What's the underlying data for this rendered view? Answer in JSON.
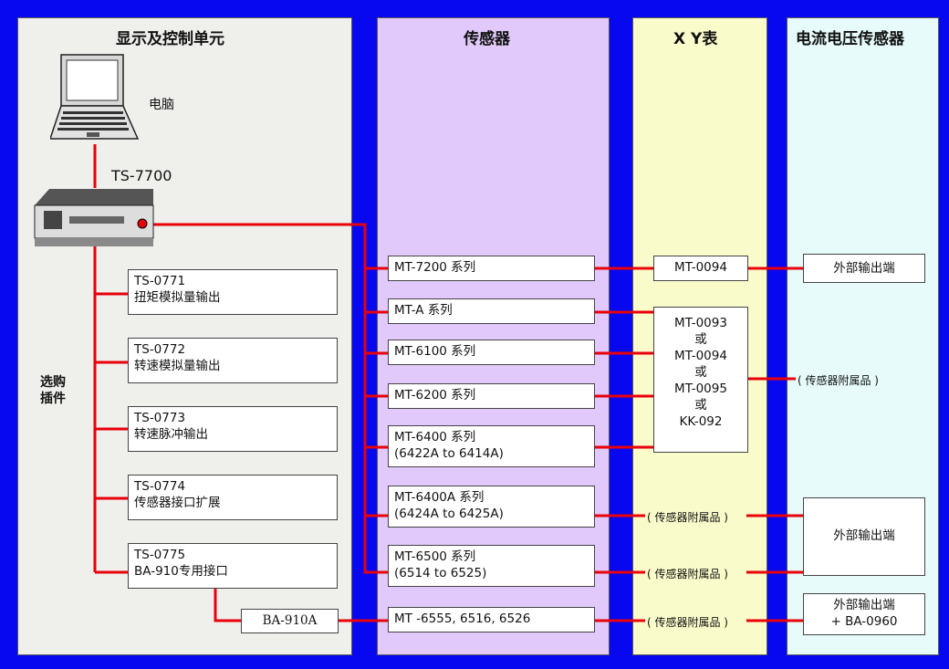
{
  "headers": {
    "display_unit": "显示及控制单元",
    "sensor": "传感器",
    "xy_table": "X Y表",
    "cv_sensor": "电流电压传感器"
  },
  "computer_label": "电脑",
  "controller_label": "TS-7700",
  "options_label": [
    "选购",
    "插件"
  ],
  "plugins": [
    {
      "code": "TS-0771",
      "desc": "扭矩模拟量输出"
    },
    {
      "code": "TS-0772",
      "desc": "转速模拟量输出"
    },
    {
      "code": "TS-0773",
      "desc": "转速脉冲输出"
    },
    {
      "code": "TS-0774",
      "desc": "传感器接口扩展"
    },
    {
      "code": "TS-0775",
      "desc": "BA-910专用接口"
    }
  ],
  "ba910a": "BA-910A",
  "sensors": [
    {
      "l1": "MT-7200 系列",
      "l2": ""
    },
    {
      "l1": "MT-A 系列",
      "l2": ""
    },
    {
      "l1": "MT-6100 系列",
      "l2": ""
    },
    {
      "l1": "MT-6200 系列",
      "l2": ""
    },
    {
      "l1": "MT-6400 系列",
      "l2": "(6422A to 6414A)"
    },
    {
      "l1": "MT-6400A 系列",
      "l2": "(6424A to 6425A)"
    },
    {
      "l1": "MT-6500 系列",
      "l2": "(6514 to 6525)"
    },
    {
      "l1": "MT -6555, 6516, 6526",
      "l2": ""
    }
  ],
  "xy": {
    "box1": "MT-0094",
    "box2": [
      "MT-0093",
      "或",
      "MT-0094",
      "或",
      "MT-0095",
      "或",
      "KK-092"
    ],
    "acc1": "( 传感器附属品 )",
    "acc2": "( 传感器附属品 )",
    "acc3": "( 传感器附属品 )"
  },
  "cv": {
    "out1": "外部输出端",
    "acc": "( 传感器附属品 )",
    "out2": "外部输出端",
    "out3_l1": "外部输出端",
    "out3_l2": "+ BA-0960"
  },
  "colors": {
    "background": "#0808f0",
    "line": "#e8000a"
  }
}
